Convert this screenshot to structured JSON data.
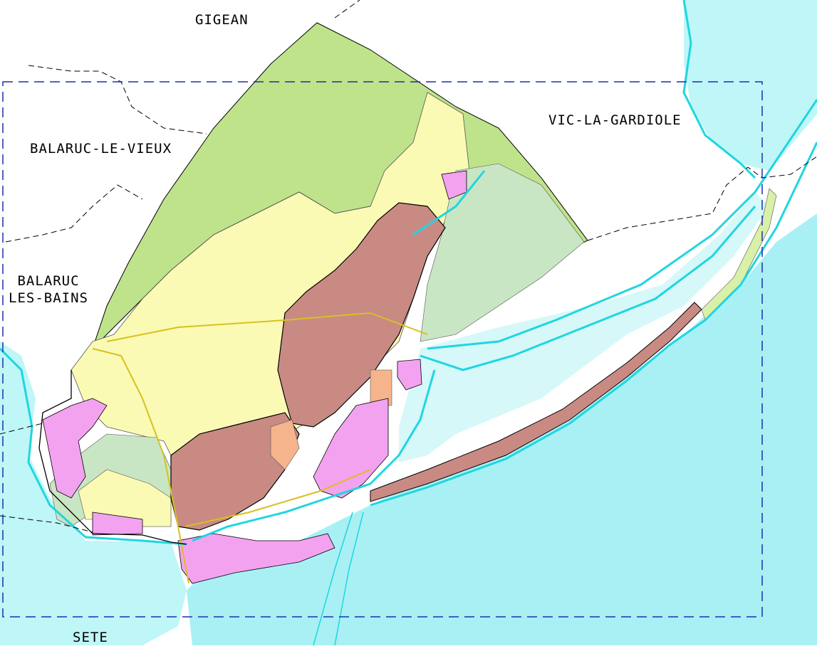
{
  "map": {
    "place_labels": {
      "gigean": "GIGEAN",
      "balaruc_le_vieux": "BALARUC-LE-VIEUX",
      "vic_la_gardiole": "VIC-LA-GARDIOLE",
      "balaruc_les_bains": "BALARUC\nLES-BAINS",
      "sete": "SETE"
    },
    "colors": {
      "sea": "#a8f0f4",
      "sea_deep": "#7fe3ec",
      "coast_line": "#1fd6e0",
      "natural_zone": "#bfe38a",
      "agricultural_zone": "#fafab4",
      "urban_zone": "#c98a84",
      "activity_zone": "#f3a2f0",
      "lagoon_zone": "#c9e6c4",
      "urban_extension": "#f5b48c",
      "study_frame": "#1a2fb0",
      "commune_border": "#000000"
    }
  }
}
